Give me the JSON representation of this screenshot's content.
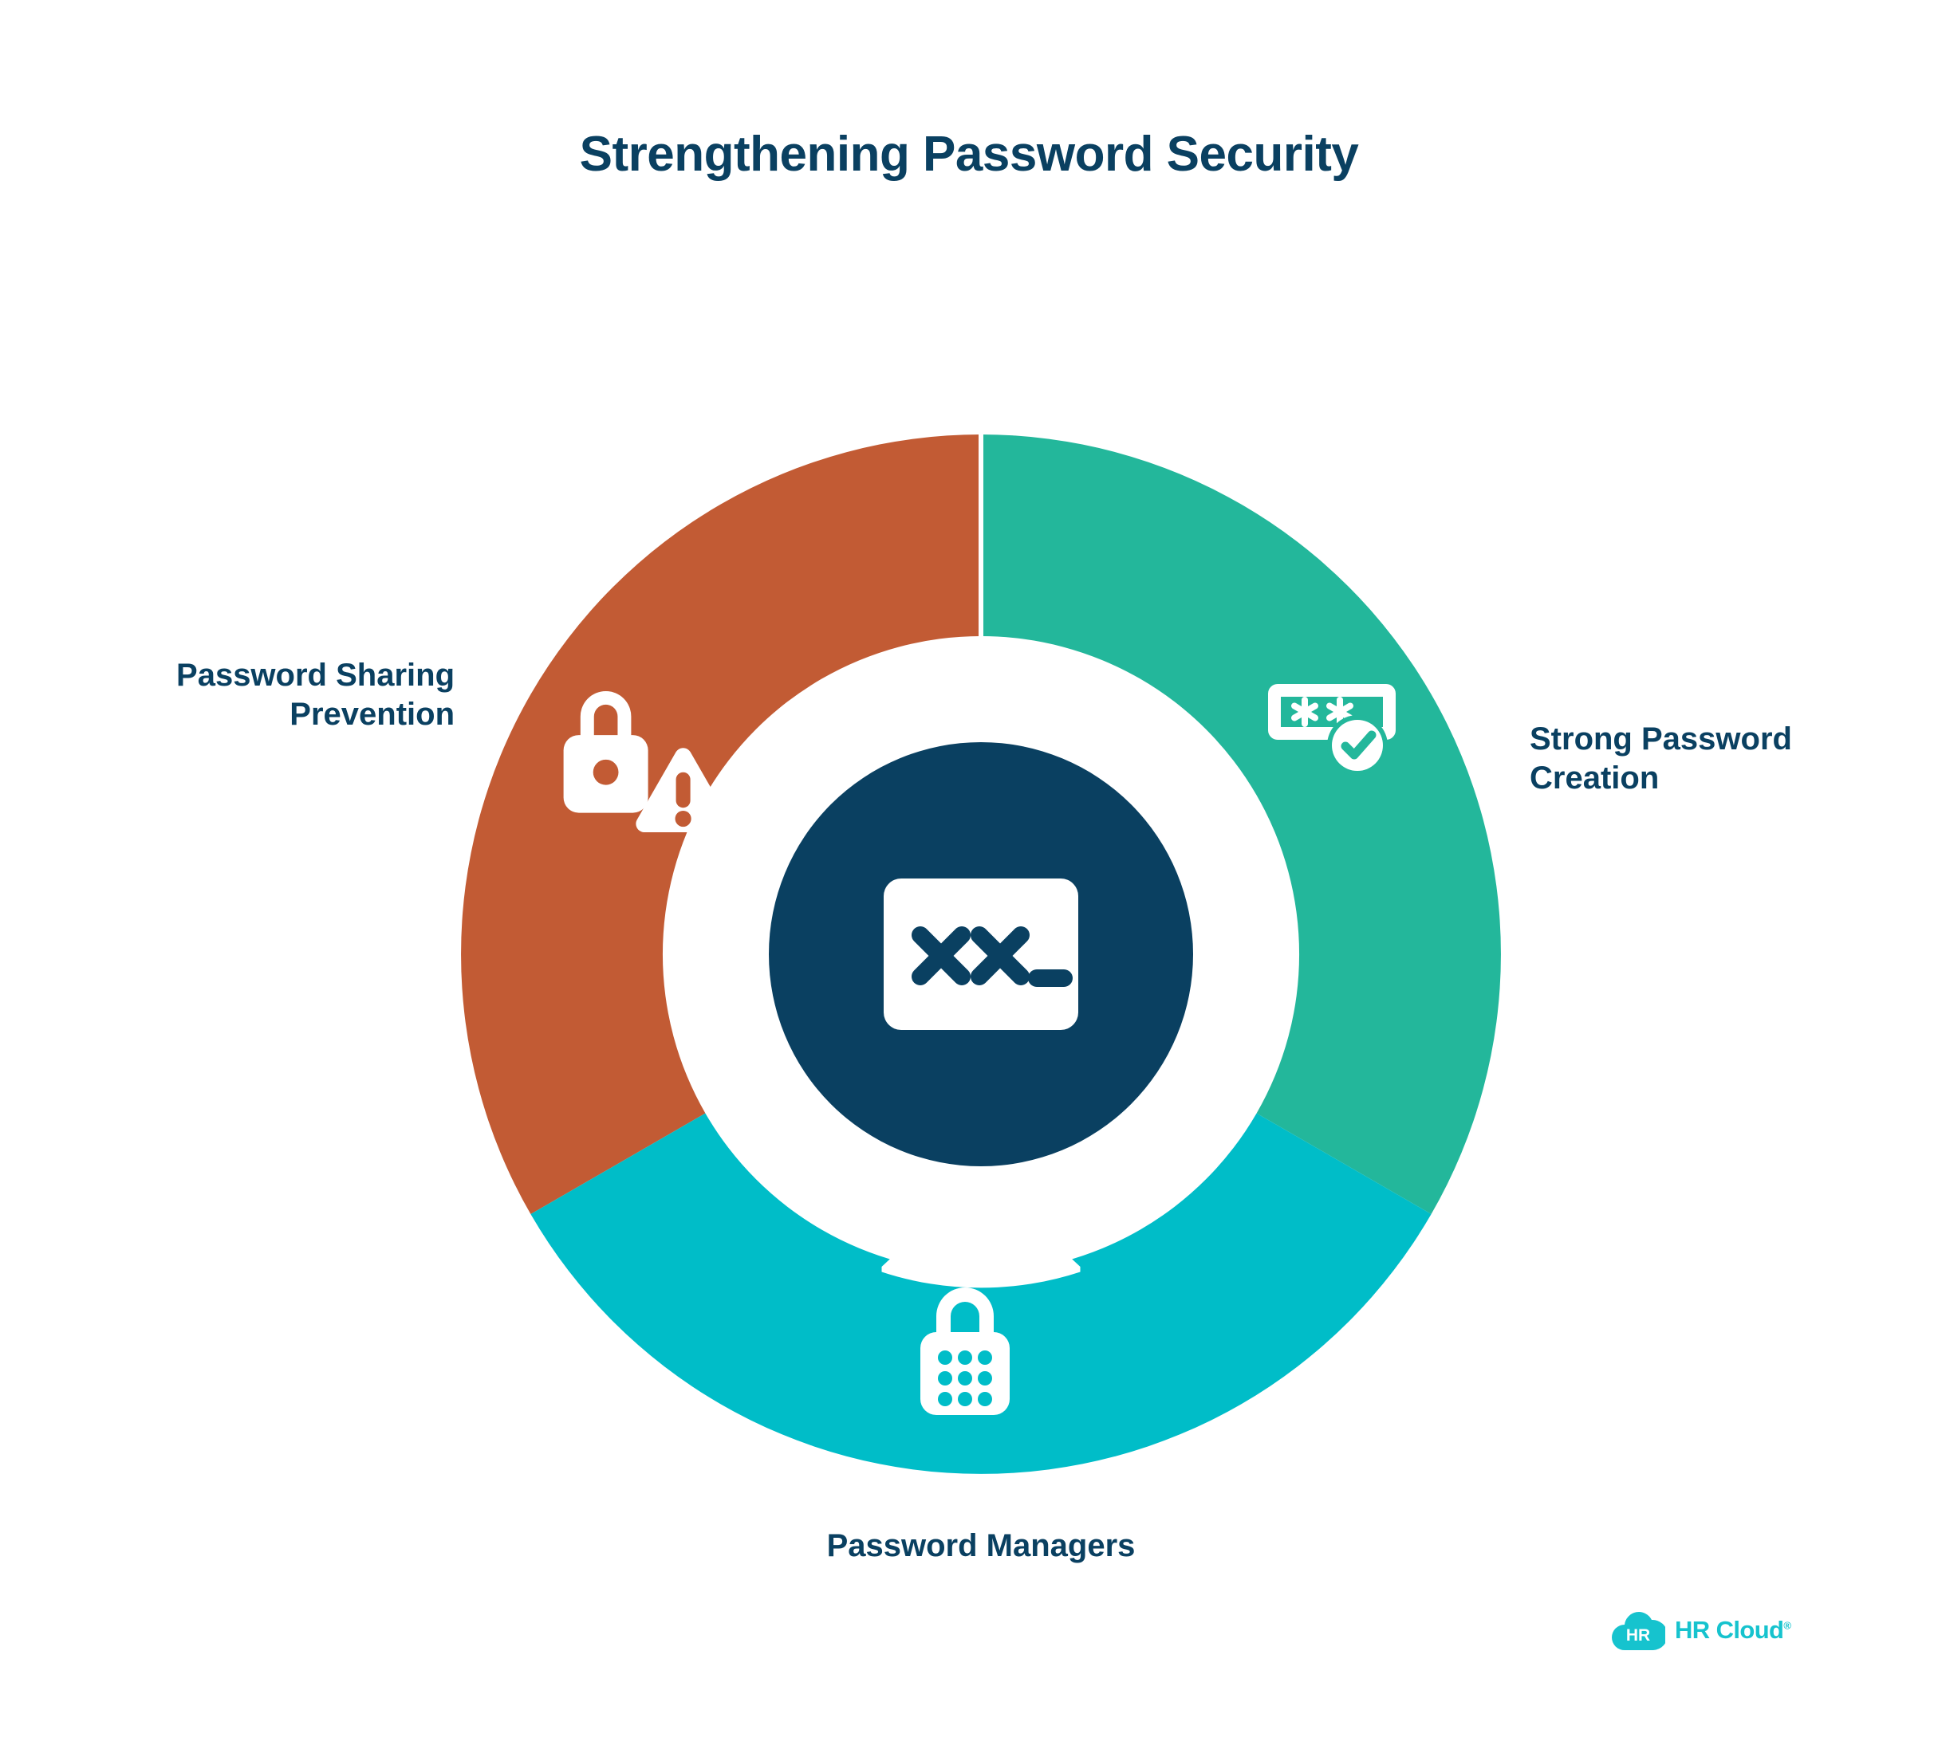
{
  "title": "Strengthening Password Security",
  "colors": {
    "navy": "#0A4061",
    "orange": "#C25B34",
    "green": "#23B79B",
    "cyan": "#00BDC8",
    "white": "#FFFFFF",
    "logo_teal": "#16C3CE"
  },
  "wheel": {
    "center_icon_name": "password-field-icon",
    "segments": [
      {
        "id": "password-sharing-prevention",
        "label": "Password Sharing\nPrevention",
        "color": "#C25B34",
        "icon": "lock-warning-icon",
        "position": "top-left"
      },
      {
        "id": "strong-password-creation",
        "label": "Strong Password\nCreation",
        "color": "#23B79B",
        "icon": "password-verified-icon",
        "position": "right"
      },
      {
        "id": "password-managers",
        "label": "Password Managers",
        "color": "#00BDC8",
        "icon": "keypad-lock-icon",
        "position": "bottom"
      }
    ]
  },
  "logo": {
    "mark_text": "HR",
    "wordmark": "HR Cloud",
    "trademark": "®",
    "icon": "cloud-icon"
  }
}
